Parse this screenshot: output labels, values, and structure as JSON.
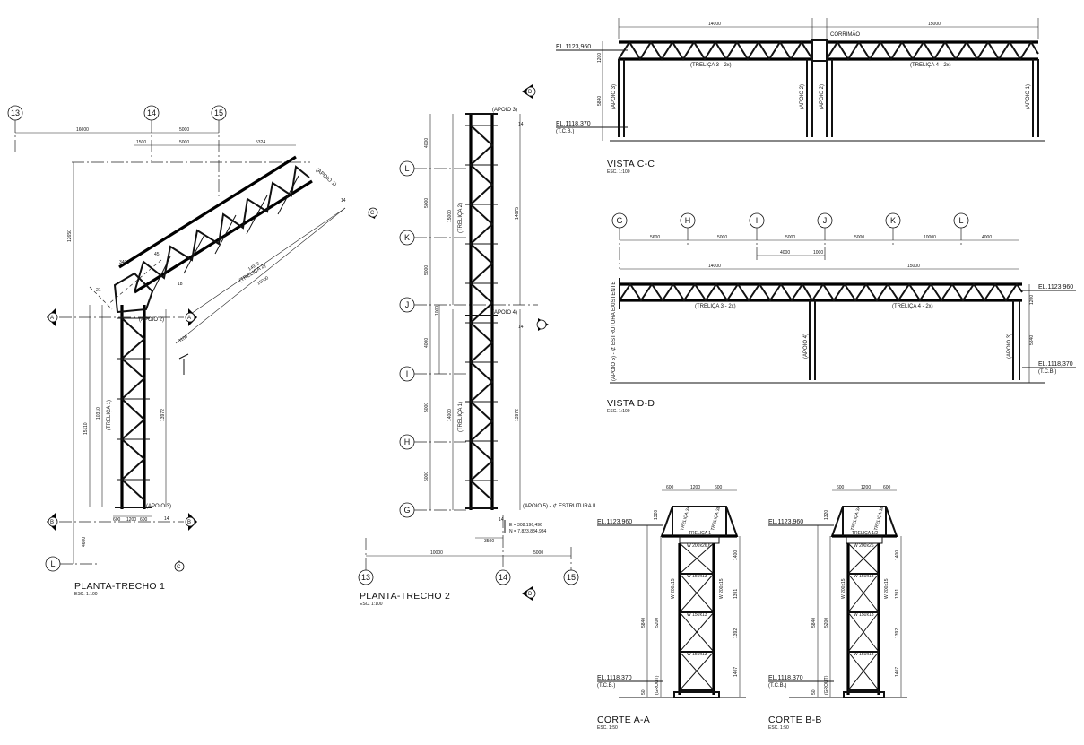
{
  "sheet": {
    "planta1": {
      "title": "PLANTA-TRECHO 1",
      "scale": "ESC. 1:100",
      "grid_labels": [
        "13",
        "14",
        "15",
        "L"
      ],
      "dims": [
        "16000",
        "5000",
        "1500",
        "5000",
        "5324",
        "12650",
        "14972",
        "15000",
        "10310",
        "14000",
        "13972",
        "15110",
        "4600",
        "600",
        "1200",
        "600",
        "3100",
        "3400",
        "34",
        "45",
        "37",
        "21",
        "14",
        "14",
        "18"
      ],
      "members": [
        "(TRELIÇA 1)",
        "(TRELIÇA 2)"
      ],
      "supports": [
        "(APOIO 1)",
        "(APOIO 2)",
        "(APOIO 3)"
      ],
      "section_marks": [
        "A",
        "A",
        "B",
        "B",
        "C",
        "C"
      ]
    },
    "planta2": {
      "title": "PLANTA-TRECHO 2",
      "scale": "ESC. 1:100",
      "grid_labels": [
        "L",
        "K",
        "J",
        "I",
        "H",
        "G",
        "13",
        "14",
        "15"
      ],
      "dims": [
        "4000",
        "5000",
        "5000",
        "1000",
        "4000",
        "5000",
        "5000",
        "15000",
        "14000",
        "14675",
        "13972",
        "3500",
        "10000",
        "5000",
        "14",
        "14",
        "14"
      ],
      "members": [
        "(TRELIÇA 2)",
        "(TRELIÇA 1)"
      ],
      "supports": [
        "(APOIO 3)",
        "(APOIO 4)",
        "(APOIO 5) - ⊄ ESTRUTURA II"
      ],
      "coords": [
        "E = 308.196,496",
        "N = 7.823.884,984"
      ],
      "section_marks": [
        "D",
        "D"
      ]
    },
    "vista_cc": {
      "title": "VISTA C-C",
      "scale": "ESC. 1:100",
      "dims": [
        "14000",
        "15000",
        "1200",
        "5840"
      ],
      "elev_top": "EL.1123,960",
      "elev_bottom": "EL.1118,370",
      "tcb": "(T.C.B.)",
      "corrimao": "CORRIMÃO",
      "members": [
        "(TRELIÇA 3 - 2x)",
        "(TRELIÇA 4 - 2x)"
      ],
      "supports": [
        "(APOIO 3)",
        "(APOIO 2)",
        "(APOIO 2)",
        "(APOIO 1)"
      ]
    },
    "vista_dd": {
      "title": "VISTA D-D",
      "scale": "ESC. 1:100",
      "grid_labels": [
        "G",
        "H",
        "I",
        "J",
        "K",
        "L"
      ],
      "dims": [
        "5600",
        "5000",
        "5000",
        "5000",
        "10000",
        "4000",
        "4000",
        "1000",
        "14000",
        "15000",
        "1200",
        "5840"
      ],
      "elev_top": "EL.1123,960",
      "elev_bottom": "EL.1118,370",
      "tcb": "(T.C.B.)",
      "members": [
        "(TRELIÇA 3 - 2x)",
        "(TRELIÇA 4 - 2x)"
      ],
      "supports": [
        "(APOIO 5) - ⊄ ESTRUTURA EXISTENTE",
        "(APOIO 4)",
        "(APOIO 3)"
      ]
    },
    "corte_aa": {
      "title": "CORTE A-A",
      "scale": "ESC. 1:50",
      "dims": [
        "600",
        "1200",
        "600",
        "1320",
        "1400",
        "1391",
        "1392",
        "1407",
        "5840",
        "5200",
        "50",
        "50",
        "(GROUT)"
      ],
      "elev_top": "EL.1123,960",
      "elev_bottom": "EL.1118,370",
      "tcb": "(T.C.B.)",
      "labels": [
        "TRELIÇA 1",
        "TRELIÇA 3A",
        "TRELIÇA 3B",
        "W 200x26,6",
        "W 150x13",
        "W 150x13",
        "W 150x13",
        "W 200x15",
        "W 200x15"
      ]
    },
    "corte_bb": {
      "title": "CORTE B-B",
      "scale": "ESC. 1:50",
      "dims": [
        "600",
        "1200",
        "600",
        "1320",
        "1400",
        "1391",
        "1392",
        "1407",
        "5840",
        "5200",
        "50",
        "50",
        "(GROUT)"
      ],
      "elev_top": "EL.1123,960",
      "elev_bottom": "EL.1118,370",
      "tcb": "(T.C.B.)",
      "labels": [
        "TRELIÇA 1/2",
        "TRELIÇA 3A",
        "TRELIÇA 3B",
        "W 200x26",
        "W 150x13",
        "W 150x13",
        "W 150x13",
        "W 200x15",
        "W 200x15"
      ]
    }
  }
}
